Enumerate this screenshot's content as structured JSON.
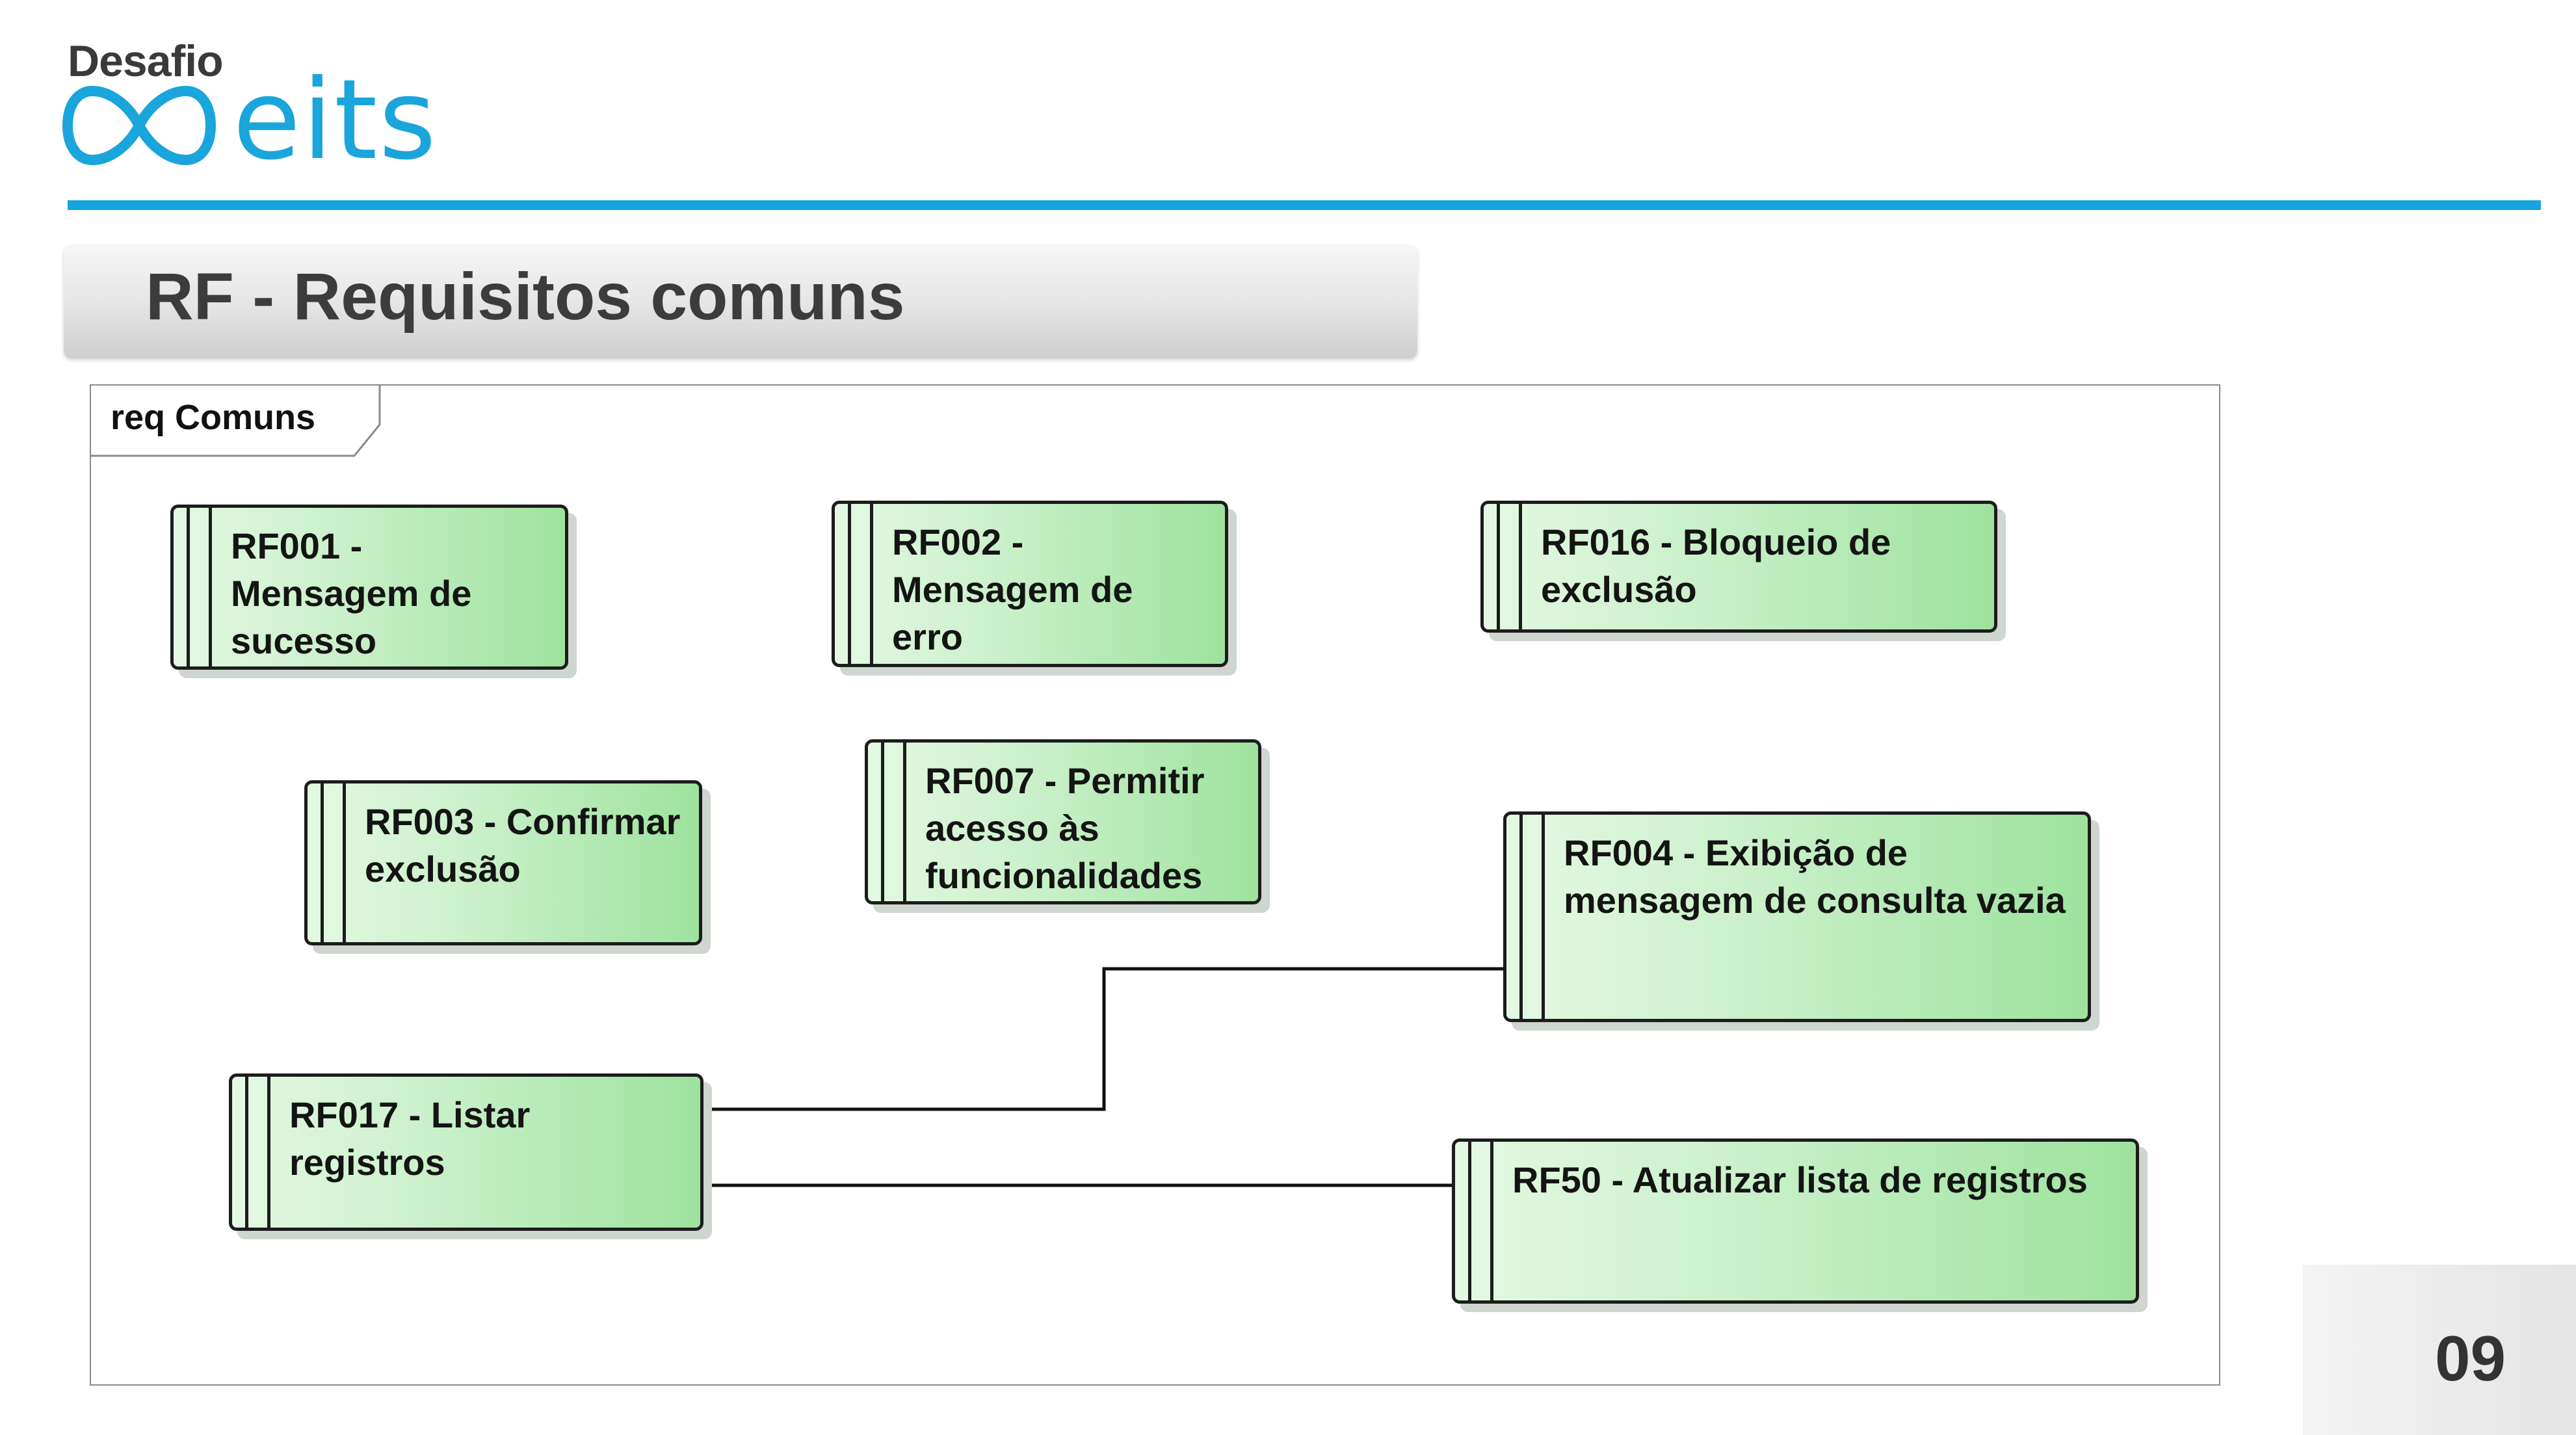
{
  "logo": {
    "top_text": "Desafio",
    "brand": "eits",
    "color": "#1aa5dc"
  },
  "slide": {
    "title": "RF - Requisitos comuns",
    "page_number": "09",
    "accent_color": "#15a4dd"
  },
  "diagram": {
    "frame_label": "req Comuns",
    "requirements": [
      {
        "id": "rf001",
        "label": "RF001 - Mensagem de sucesso"
      },
      {
        "id": "rf002",
        "label": "RF002 - Mensagem de erro"
      },
      {
        "id": "rf016",
        "label": "RF016 - Bloqueio de exclusão"
      },
      {
        "id": "rf003",
        "label": "RF003 - Confirmar exclusão"
      },
      {
        "id": "rf007",
        "label": "RF007 - Permitir acesso às funcionalidades"
      },
      {
        "id": "rf004",
        "label": "RF004 - Exibição de mensagem de consulta vazia"
      },
      {
        "id": "rf017",
        "label": "RF017 - Listar registros"
      },
      {
        "id": "rf50",
        "label": "RF50 - Atualizar lista de registros"
      }
    ],
    "connections": [
      {
        "from": "rf017",
        "to": "rf004"
      },
      {
        "from": "rf017",
        "to": "rf50"
      }
    ]
  }
}
